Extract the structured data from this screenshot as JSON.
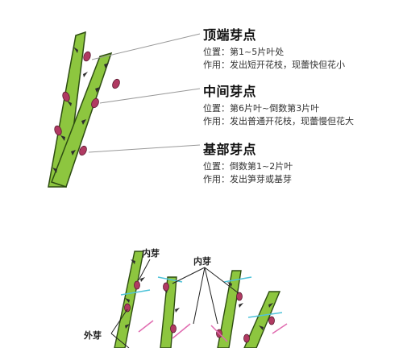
{
  "top": {
    "sections": [
      {
        "title": "顶端芽点",
        "position": "位置：第1~5片叶处",
        "function": "作用：发出短开花枝，现蕾快但花小"
      },
      {
        "title": "中间芽点",
        "position": "位置：第6片叶~倒数第3片叶",
        "function": "作用：发出普通开花枝，现蕾慢但花大"
      },
      {
        "title": "基部芽点",
        "position": "位置：倒数第1~2片叶",
        "function": "作用：发出笋芽或基芽"
      }
    ]
  },
  "bottom": {
    "labels": {
      "inner_bud_1": "内芽",
      "inner_bud_2": "内芽",
      "outer_bud": "外芽"
    }
  },
  "colors": {
    "stem": "#8dc63f",
    "stem_dark": "#5a8f23",
    "bud": "#b03a62",
    "cut_cyan": "#4fc3d9",
    "cut_pink": "#e06bb0",
    "leader_line": "#888888"
  }
}
